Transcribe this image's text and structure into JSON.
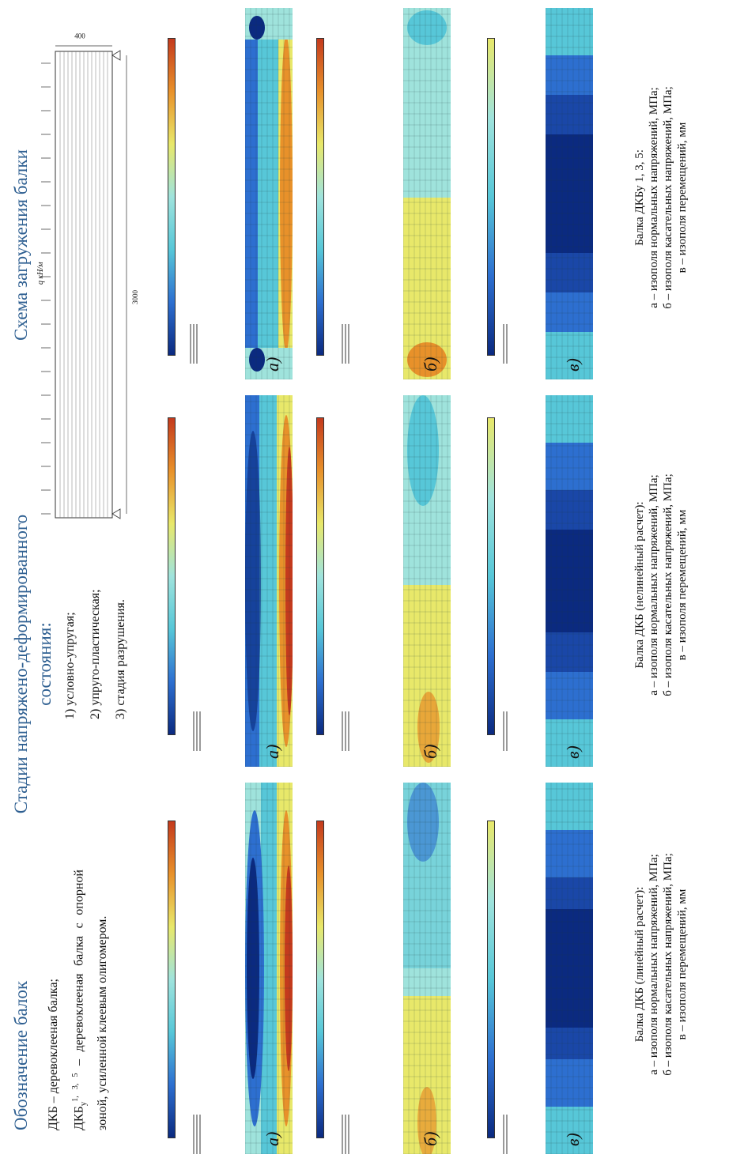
{
  "left_block": {
    "heading": "Обозначение балок",
    "def1": "ДКБ – деревоклееная балка;",
    "def2_prefix": "ДКБ",
    "def2_sub": "у",
    "def2_sup": "1, 3, 5",
    "def2_rest": "– деревоклееная балка с опорной зоной, усиленной клеевым олигомером."
  },
  "middle_block": {
    "heading_line1": "Стадии напряжено-деформированного",
    "heading_line2": "состояния:",
    "stages": [
      "1) условно-упругая;",
      "2) упруго-пластическая;",
      "3) стадия разрушения."
    ]
  },
  "right_block": {
    "heading": "Схема загружения балки",
    "load_label": "q кН/м",
    "dim_height": "400",
    "dim_span": "3000"
  },
  "columns": [
    {
      "sub_a": "а)",
      "sub_b": "б)",
      "sub_c": "в)",
      "caption_title": "Балка ДКБ (линейный расчет):",
      "caption_a": "а – изополя нормальных напряжений, МПа;",
      "caption_b": "б – изополя касательных напряжений, МПа;",
      "caption_c": "в – изополя перемещений, мм"
    },
    {
      "sub_a": "а)",
      "sub_b": "б)",
      "sub_c": "в)",
      "caption_title": "Балка ДКБ (нелинейный расчет):",
      "caption_a": "а – изополя нормальных напряжений, МПа;",
      "caption_b": "б – изополя касательных напряжений, МПа;",
      "caption_c": "в – изополя перемещений, мм"
    },
    {
      "sub_a": "а)",
      "sub_b": "б)",
      "sub_c": "в)",
      "caption_title": "Балка ДКБу 1, 3, 5:",
      "caption_a": "а – изополя нормальных напряжений, МПа;",
      "caption_b": "б – изополя касательных напряжений, МПа;",
      "caption_c": "в – изополя перемещений, мм"
    }
  ],
  "colors": {
    "heading": "#2e5f91",
    "dark_blue": "#0b2a80",
    "blue": "#2d6fd0",
    "cyan": "#57c7d8",
    "light_cyan": "#9fe3dc",
    "yellow": "#e8e86a",
    "orange": "#e8912a",
    "red": "#c43a1d"
  }
}
